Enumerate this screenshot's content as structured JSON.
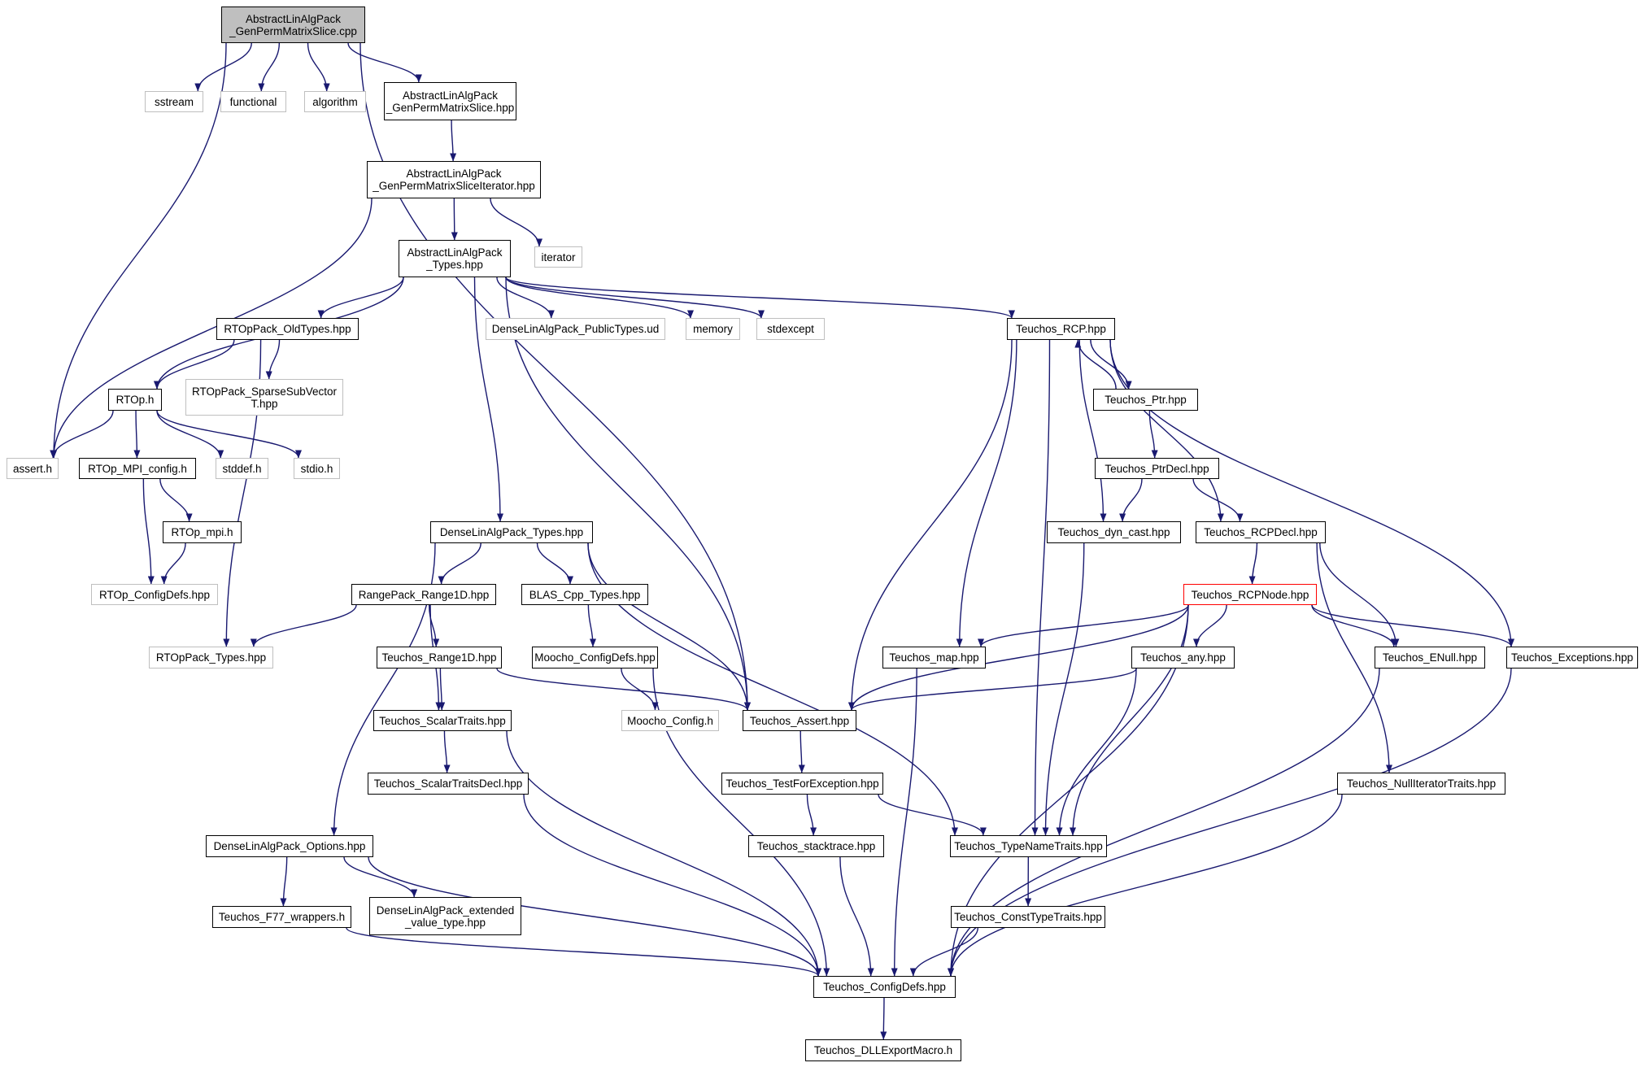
{
  "nodes": [
    {
      "id": "root",
      "label": "AbstractLinAlgPack\n_GenPermMatrixSlice.cpp",
      "kind": "root"
    },
    {
      "id": "sstream",
      "label": "sstream",
      "kind": "external"
    },
    {
      "id": "functional",
      "label": "functional",
      "kind": "external"
    },
    {
      "id": "algorithm",
      "label": "algorithm",
      "kind": "external"
    },
    {
      "id": "gpms_hpp",
      "label": "AbstractLinAlgPack\n_GenPermMatrixSlice.hpp",
      "kind": "normal"
    },
    {
      "id": "gpmsi_hpp",
      "label": "AbstractLinAlgPack\n_GenPermMatrixSliceIterator.hpp",
      "kind": "normal"
    },
    {
      "id": "iterator",
      "label": "iterator",
      "kind": "external"
    },
    {
      "id": "types_hpp",
      "label": "AbstractLinAlgPack\n_Types.hpp",
      "kind": "normal"
    },
    {
      "id": "rtop_oldtypes",
      "label": "RTOpPack_OldTypes.hpp",
      "kind": "normal"
    },
    {
      "id": "dense_public",
      "label": "DenseLinAlgPack_PublicTypes.ud",
      "kind": "external"
    },
    {
      "id": "memory",
      "label": "memory",
      "kind": "external"
    },
    {
      "id": "stdexcept",
      "label": "stdexcept",
      "kind": "external"
    },
    {
      "id": "rcp_hpp",
      "label": "Teuchos_RCP.hpp",
      "kind": "normal"
    },
    {
      "id": "rtop_h",
      "label": "RTOp.h",
      "kind": "normal"
    },
    {
      "id": "rtop_sparse",
      "label": "RTOpPack_SparseSubVector\nT.hpp",
      "kind": "external"
    },
    {
      "id": "ptr_hpp",
      "label": "Teuchos_Ptr.hpp",
      "kind": "normal"
    },
    {
      "id": "assert_h",
      "label": "assert.h",
      "kind": "external"
    },
    {
      "id": "rtop_mpi_config",
      "label": "RTOp_MPI_config.h",
      "kind": "normal"
    },
    {
      "id": "stddef",
      "label": "stddef.h",
      "kind": "external"
    },
    {
      "id": "stdio",
      "label": "stdio.h",
      "kind": "external"
    },
    {
      "id": "ptrdecl",
      "label": "Teuchos_PtrDecl.hpp",
      "kind": "normal"
    },
    {
      "id": "rtop_mpi_h",
      "label": "RTOp_mpi.h",
      "kind": "normal"
    },
    {
      "id": "dense_types",
      "label": "DenseLinAlgPack_Types.hpp",
      "kind": "normal"
    },
    {
      "id": "dyn_cast",
      "label": "Teuchos_dyn_cast.hpp",
      "kind": "normal"
    },
    {
      "id": "rcpdecl",
      "label": "Teuchos_RCPDecl.hpp",
      "kind": "normal"
    },
    {
      "id": "rtop_configdefs",
      "label": "RTOp_ConfigDefs.hpp",
      "kind": "external"
    },
    {
      "id": "rangepack",
      "label": "RangePack_Range1D.hpp",
      "kind": "normal"
    },
    {
      "id": "blas_cpp",
      "label": "BLAS_Cpp_Types.hpp",
      "kind": "normal"
    },
    {
      "id": "rcpnode",
      "label": "Teuchos_RCPNode.hpp",
      "kind": "highlight"
    },
    {
      "id": "rtoppack_types",
      "label": "RTOpPack_Types.hpp",
      "kind": "external"
    },
    {
      "id": "range1d",
      "label": "Teuchos_Range1D.hpp",
      "kind": "normal"
    },
    {
      "id": "moocho_configdefs",
      "label": "Moocho_ConfigDefs.hpp",
      "kind": "normal"
    },
    {
      "id": "map_hpp",
      "label": "Teuchos_map.hpp",
      "kind": "normal"
    },
    {
      "id": "any_hpp",
      "label": "Teuchos_any.hpp",
      "kind": "normal"
    },
    {
      "id": "enull",
      "label": "Teuchos_ENull.hpp",
      "kind": "normal"
    },
    {
      "id": "exceptions",
      "label": "Teuchos_Exceptions.hpp",
      "kind": "normal"
    },
    {
      "id": "scalartraits",
      "label": "Teuchos_ScalarTraits.hpp",
      "kind": "normal"
    },
    {
      "id": "moocho_config",
      "label": "Moocho_Config.h",
      "kind": "external"
    },
    {
      "id": "teuchos_assert",
      "label": "Teuchos_Assert.hpp",
      "kind": "normal"
    },
    {
      "id": "scalartraitsdecl",
      "label": "Teuchos_ScalarTraitsDecl.hpp",
      "kind": "normal"
    },
    {
      "id": "testforexception",
      "label": "Teuchos_TestForException.hpp",
      "kind": "normal"
    },
    {
      "id": "nulliterator",
      "label": "Teuchos_NullIteratorTraits.hpp",
      "kind": "normal"
    },
    {
      "id": "dense_options",
      "label": "DenseLinAlgPack_Options.hpp",
      "kind": "normal"
    },
    {
      "id": "stacktrace",
      "label": "Teuchos_stacktrace.hpp",
      "kind": "normal"
    },
    {
      "id": "typenametraits",
      "label": "Teuchos_TypeNameTraits.hpp",
      "kind": "normal"
    },
    {
      "id": "f77_wrappers",
      "label": "Teuchos_F77_wrappers.h",
      "kind": "normal"
    },
    {
      "id": "dense_extended",
      "label": "DenseLinAlgPack_extended\n_value_type.hpp",
      "kind": "normal"
    },
    {
      "id": "consttypetraits",
      "label": "Teuchos_ConstTypeTraits.hpp",
      "kind": "normal"
    },
    {
      "id": "configdefs",
      "label": "Teuchos_ConfigDefs.hpp",
      "kind": "normal"
    },
    {
      "id": "dllexport",
      "label": "Teuchos_DLLExportMacro.h",
      "kind": "normal"
    }
  ],
  "edges": [
    [
      "root",
      "assert_h"
    ],
    [
      "root",
      "sstream"
    ],
    [
      "root",
      "functional"
    ],
    [
      "root",
      "algorithm"
    ],
    [
      "root",
      "gpms_hpp"
    ],
    [
      "root",
      "teuchos_assert"
    ],
    [
      "gpms_hpp",
      "gpmsi_hpp"
    ],
    [
      "gpmsi_hpp",
      "assert_h"
    ],
    [
      "gpmsi_hpp",
      "types_hpp"
    ],
    [
      "gpmsi_hpp",
      "iterator"
    ],
    [
      "types_hpp",
      "rtop_h"
    ],
    [
      "types_hpp",
      "rtop_oldtypes"
    ],
    [
      "types_hpp",
      "dense_types"
    ],
    [
      "types_hpp",
      "teuchos_assert"
    ],
    [
      "types_hpp",
      "dense_public"
    ],
    [
      "types_hpp",
      "memory"
    ],
    [
      "types_hpp",
      "stdexcept"
    ],
    [
      "types_hpp",
      "rcp_hpp"
    ],
    [
      "rtop_oldtypes",
      "rtop_h"
    ],
    [
      "rtop_oldtypes",
      "rtop_sparse"
    ],
    [
      "rtop_oldtypes",
      "rtoppack_types"
    ],
    [
      "rtop_h",
      "assert_h"
    ],
    [
      "rtop_h",
      "rtop_mpi_config"
    ],
    [
      "rtop_h",
      "stddef"
    ],
    [
      "rtop_h",
      "stdio"
    ],
    [
      "rtop_mpi_config",
      "rtop_mpi_h"
    ],
    [
      "rtop_mpi_config",
      "rtop_configdefs"
    ],
    [
      "rtop_mpi_h",
      "rtop_configdefs"
    ],
    [
      "rcp_hpp",
      "ptr_hpp"
    ],
    [
      "ptr_hpp",
      "rcp_hpp"
    ],
    [
      "rcp_hpp",
      "teuchos_assert"
    ],
    [
      "rcp_hpp",
      "map_hpp"
    ],
    [
      "rcp_hpp",
      "typenametraits"
    ],
    [
      "rcp_hpp",
      "dyn_cast"
    ],
    [
      "rcp_hpp",
      "rcpdecl"
    ],
    [
      "rcp_hpp",
      "exceptions"
    ],
    [
      "ptr_hpp",
      "ptrdecl"
    ],
    [
      "ptrdecl",
      "dyn_cast"
    ],
    [
      "ptrdecl",
      "rcpdecl"
    ],
    [
      "dyn_cast",
      "typenametraits"
    ],
    [
      "rcpdecl",
      "rcpnode"
    ],
    [
      "rcpdecl",
      "enull"
    ],
    [
      "rcpdecl",
      "nulliterator"
    ],
    [
      "rcpnode",
      "map_hpp"
    ],
    [
      "rcpnode",
      "teuchos_assert"
    ],
    [
      "rcpnode",
      "any_hpp"
    ],
    [
      "rcpnode",
      "enull"
    ],
    [
      "rcpnode",
      "exceptions"
    ],
    [
      "rcpnode",
      "typenametraits"
    ],
    [
      "rcpnode",
      "configdefs"
    ],
    [
      "any_hpp",
      "teuchos_assert"
    ],
    [
      "any_hpp",
      "typenametraits"
    ],
    [
      "dense_types",
      "rangepack"
    ],
    [
      "dense_types",
      "blas_cpp"
    ],
    [
      "dense_types",
      "teuchos_assert"
    ],
    [
      "dense_types",
      "typenametraits"
    ],
    [
      "dense_types",
      "dense_options"
    ],
    [
      "rangepack",
      "rtoppack_types"
    ],
    [
      "rangepack",
      "range1d"
    ],
    [
      "rangepack",
      "scalartraits"
    ],
    [
      "range1d",
      "scalartraits"
    ],
    [
      "range1d",
      "teuchos_assert"
    ],
    [
      "blas_cpp",
      "moocho_configdefs"
    ],
    [
      "moocho_configdefs",
      "moocho_config"
    ],
    [
      "moocho_configdefs",
      "configdefs"
    ],
    [
      "scalartraits",
      "scalartraitsdecl"
    ],
    [
      "scalartraits",
      "configdefs"
    ],
    [
      "scalartraitsdecl",
      "configdefs"
    ],
    [
      "teuchos_assert",
      "testforexception"
    ],
    [
      "testforexception",
      "stacktrace"
    ],
    [
      "testforexception",
      "typenametraits"
    ],
    [
      "stacktrace",
      "configdefs"
    ],
    [
      "typenametraits",
      "consttypetraits"
    ],
    [
      "consttypetraits",
      "configdefs"
    ],
    [
      "map_hpp",
      "configdefs"
    ],
    [
      "enull",
      "configdefs"
    ],
    [
      "exceptions",
      "configdefs"
    ],
    [
      "nulliterator",
      "configdefs"
    ],
    [
      "dense_options",
      "f77_wrappers"
    ],
    [
      "dense_options",
      "dense_extended"
    ],
    [
      "dense_options",
      "configdefs"
    ],
    [
      "f77_wrappers",
      "configdefs"
    ],
    [
      "configdefs",
      "dllexport"
    ]
  ],
  "colors": {
    "edge": "#191970",
    "node_border": "#000000",
    "external_border": "#bfbfbf",
    "root_fill": "#bfbfbf",
    "highlight_border": "#ff0000"
  }
}
